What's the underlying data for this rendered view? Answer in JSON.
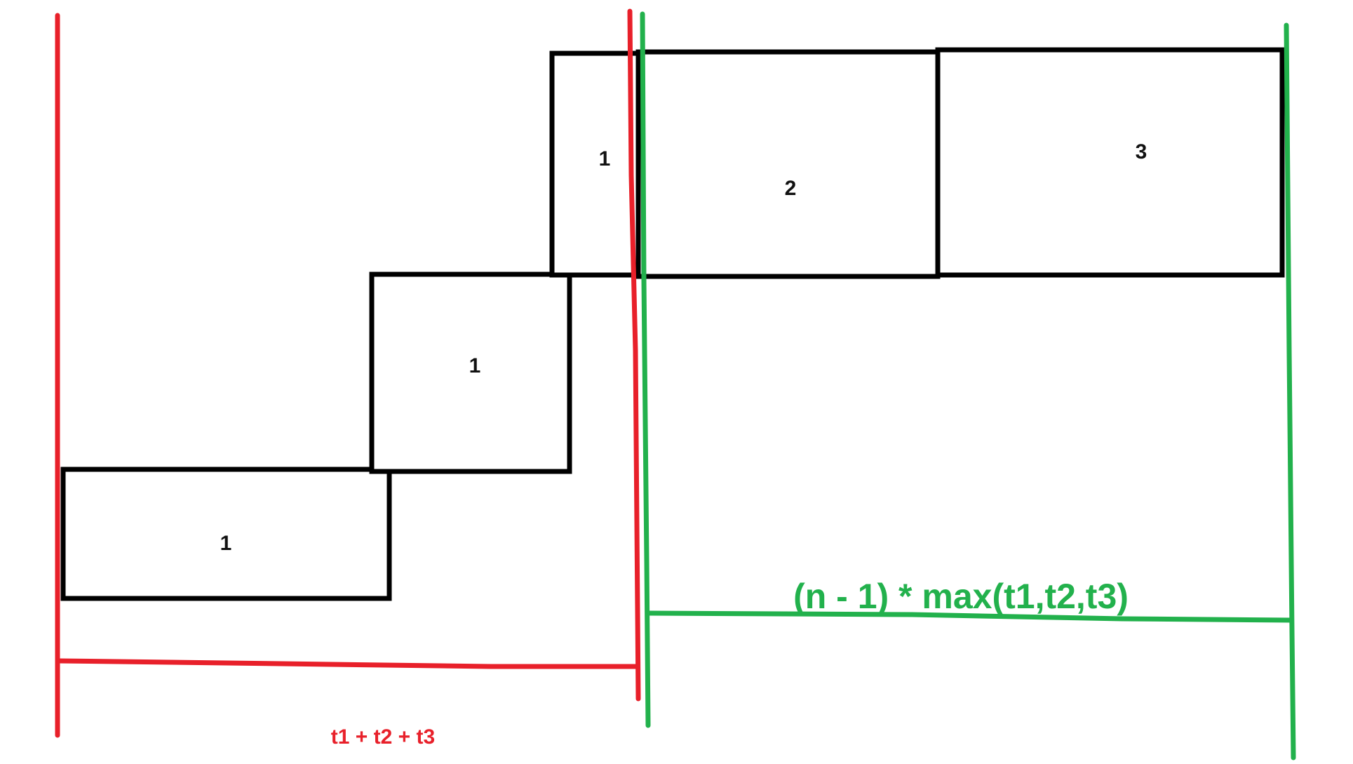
{
  "colors": {
    "red": "#e8202a",
    "green": "#22b14c",
    "block_stroke": "#000000"
  },
  "blocks": [
    {
      "label": "1"
    },
    {
      "label": "1"
    },
    {
      "label": "1"
    },
    {
      "label": "2"
    },
    {
      "label": "3"
    }
  ],
  "annotations": {
    "red_label": "t1 + t2 + t3",
    "green_label": "(n - 1) * max(t1,t2,t3)"
  }
}
